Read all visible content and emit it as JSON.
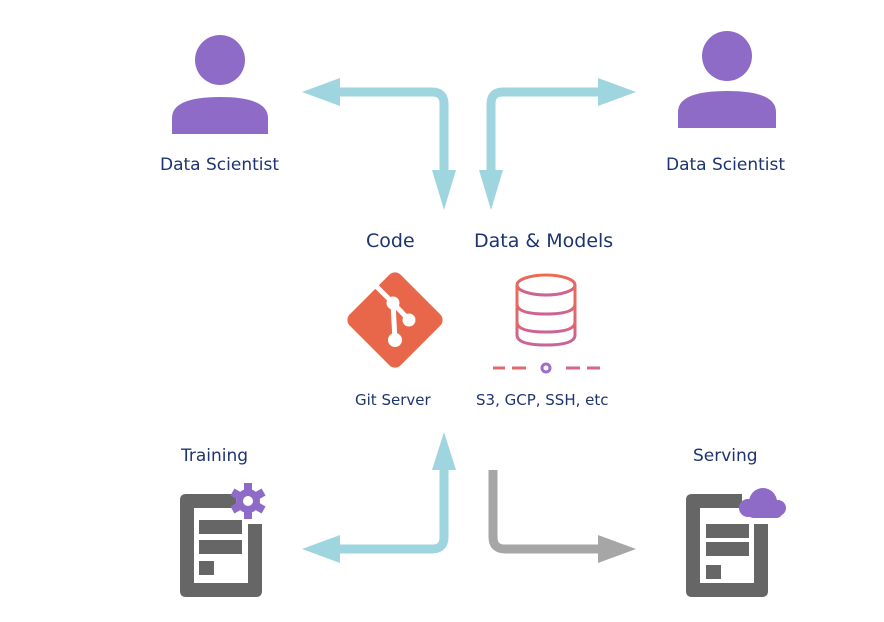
{
  "diagram": {
    "nodes": {
      "scientist_left": {
        "label": "Data Scientist",
        "icon": "person-icon"
      },
      "scientist_right": {
        "label": "Data Scientist",
        "icon": "person-icon"
      },
      "code": {
        "title": "Code",
        "subtitle": "Git Server",
        "icon": "git-icon"
      },
      "data_models": {
        "title": "Data & Models",
        "subtitle": "S3, GCP, SSH, etc",
        "icon": "database-icon"
      },
      "training": {
        "label": "Training",
        "icon": "server-gear-icon"
      },
      "serving": {
        "label": "Serving",
        "icon": "server-cloud-icon"
      }
    },
    "edges": [
      {
        "from": "code",
        "to": "scientist_left",
        "bidirectional": true,
        "color": "#9fd5df"
      },
      {
        "from": "data_models",
        "to": "scientist_right",
        "bidirectional": true,
        "color": "#9fd5df"
      },
      {
        "from": "code",
        "to": "training",
        "bidirectional": true,
        "color": "#9fd5df"
      },
      {
        "from": "data_models",
        "to": "serving",
        "bidirectional": false,
        "color": "#a6a6a6"
      }
    ],
    "colors": {
      "person": "#8f6bc8",
      "text": "#1d3470",
      "git": "#e8664a",
      "server": "#666666",
      "arrow_teal": "#9fd5df",
      "arrow_gray": "#a6a6a6"
    }
  }
}
